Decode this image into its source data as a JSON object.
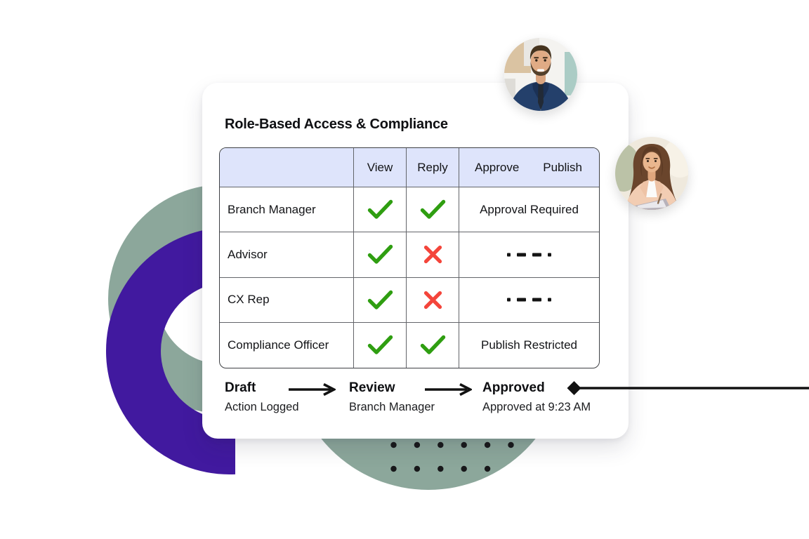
{
  "card": {
    "title": "Role-Based Access & Compliance"
  },
  "table": {
    "headers": [
      "",
      "View",
      "Reply",
      "Approve",
      "Publish"
    ],
    "rows": [
      {
        "role": "Branch Manager",
        "view": "check",
        "reply": "check",
        "access": {
          "type": "text",
          "value": "Approval Required"
        }
      },
      {
        "role": "Advisor",
        "view": "check",
        "reply": "cross",
        "access": {
          "type": "dashes",
          "value": ""
        }
      },
      {
        "role": "CX Rep",
        "view": "check",
        "reply": "cross",
        "access": {
          "type": "dashes",
          "value": ""
        }
      },
      {
        "role": "Compliance Officer",
        "view": "check",
        "reply": "check",
        "access": {
          "type": "text",
          "value": "Publish Restricted"
        }
      }
    ]
  },
  "flow": {
    "steps": [
      {
        "label": "Draft",
        "sublabel": "Action Logged"
      },
      {
        "label": "Review",
        "sublabel": "Branch Manager"
      },
      {
        "label": "Approved",
        "sublabel": "Approved at 9:23 AM"
      }
    ]
  },
  "avatars": {
    "top": "male advisor portrait",
    "right": "female advisor portrait"
  },
  "colors": {
    "purple": "#41199F",
    "sage": "#8CA79B",
    "header_bg": "#DEE4FB",
    "check_green": "#2F9E11",
    "cross_red": "#F4453B",
    "ink": "#131417",
    "line_black": "#121212"
  }
}
